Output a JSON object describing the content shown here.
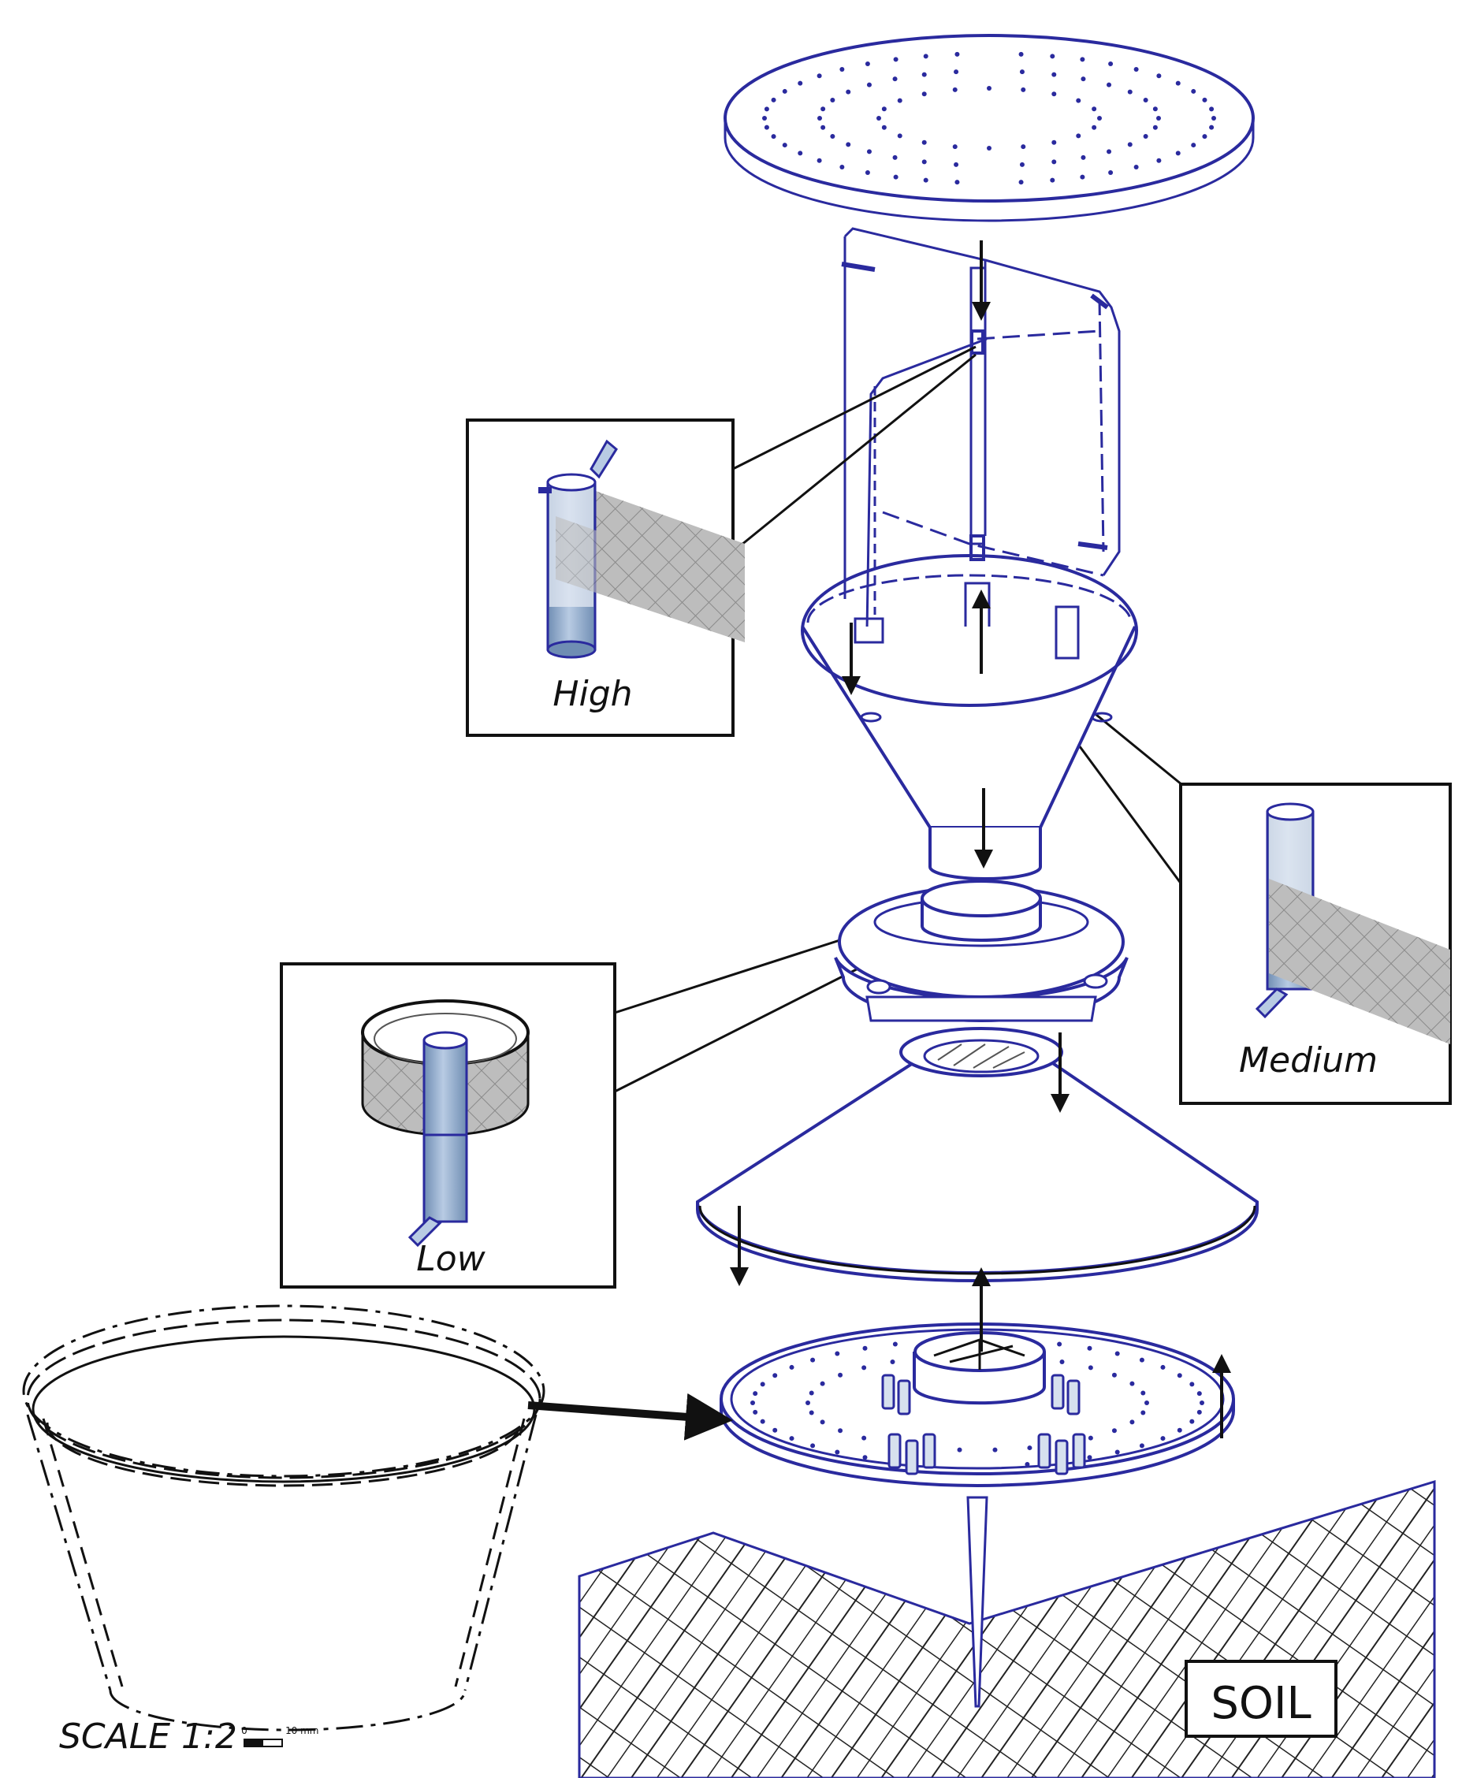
{
  "labels": {
    "high": "High",
    "medium": "Medium",
    "low": "Low",
    "soil": "SOIL",
    "scale": "SCALE 1:2",
    "scalebar_start": "0",
    "scalebar_end": "10 mm"
  },
  "colors": {
    "line": "#2a2a9e",
    "black": "#111111",
    "ribbon": "#bcbcbc",
    "tube_fill": "#8fa8c8",
    "tube_light": "#d6e0ee"
  }
}
